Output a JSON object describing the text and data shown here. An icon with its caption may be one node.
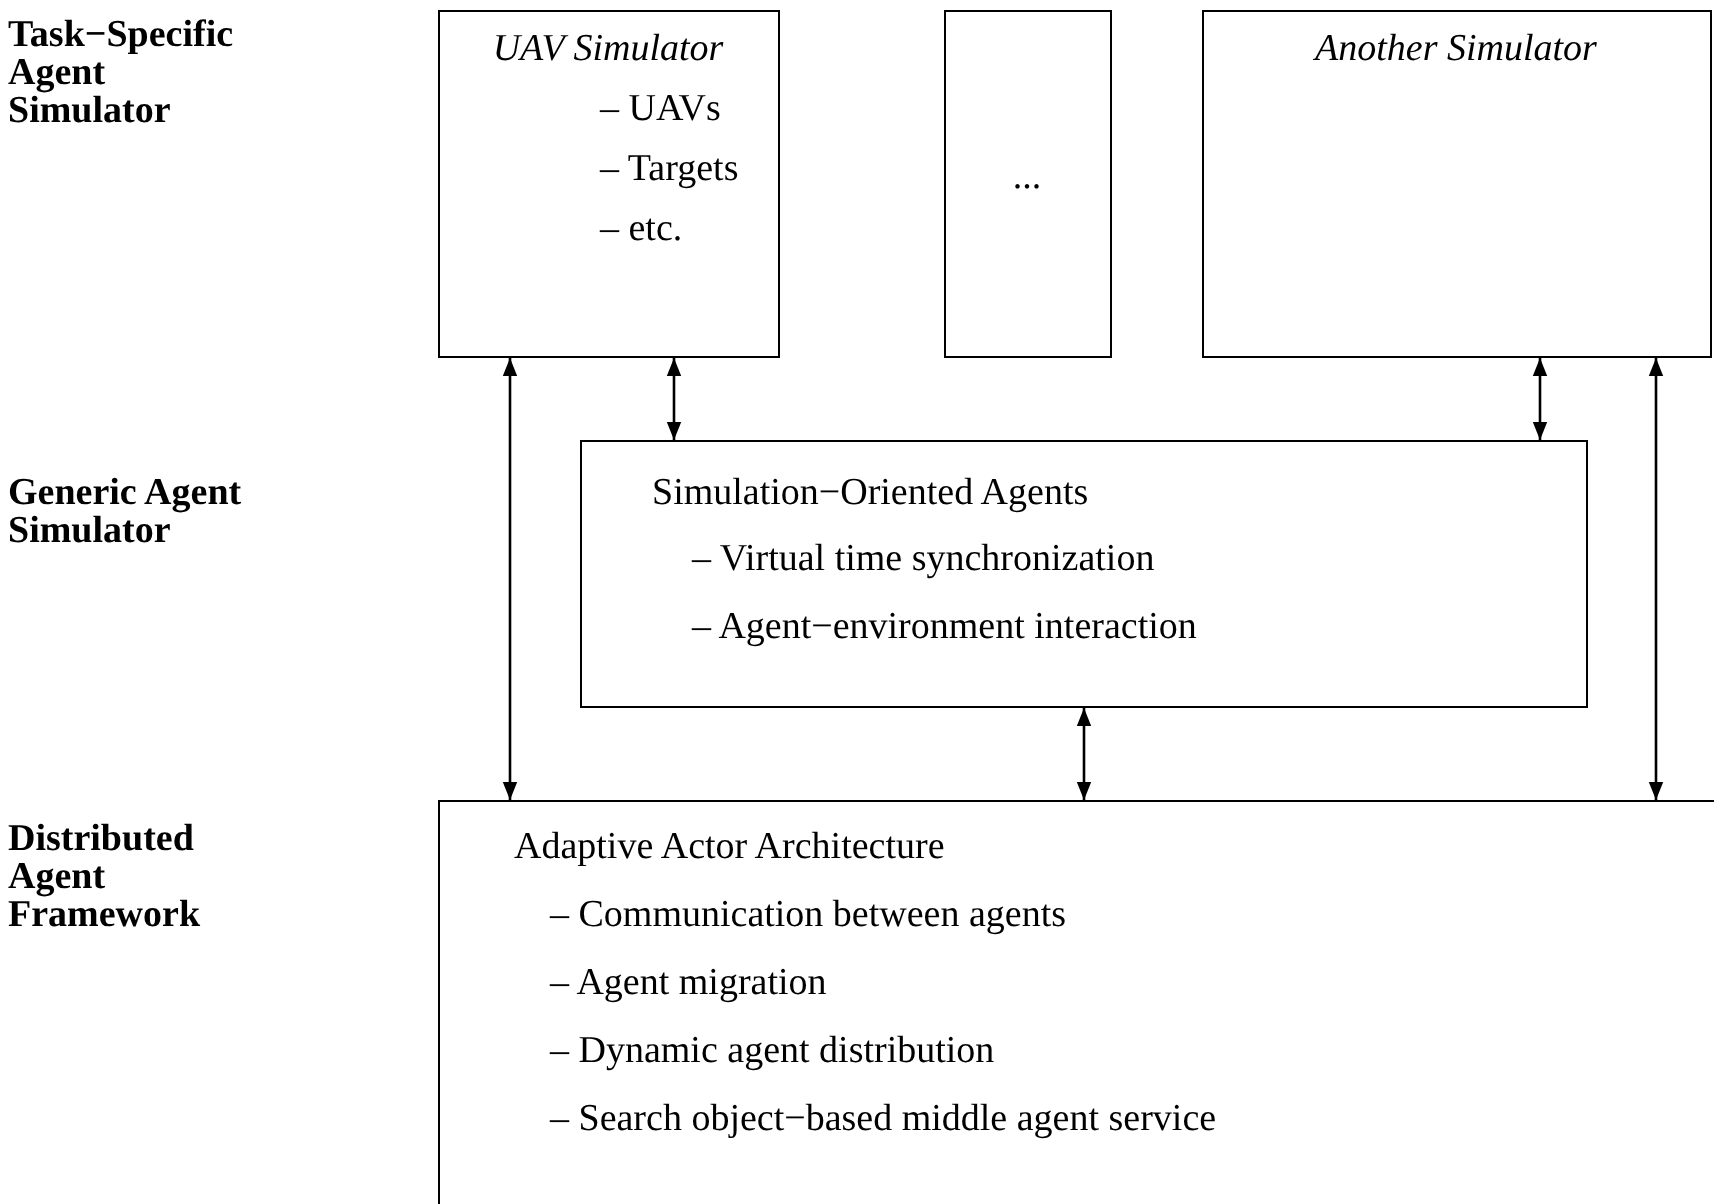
{
  "diagram": {
    "nodes": [
      {
        "text": [
          "UAV Simulator",
          "– UAVs",
          "– Targets",
          "– etc."
        ]
      },
      {
        "text": [
          "..."
        ]
      },
      {
        "text": [
          "Another Simulator"
        ]
      },
      {
        "text": [
          "Simulation−Oriented Agents",
          "– Virtual time synchronization",
          "– Agent−environment interaction"
        ]
      },
      {
        "text": [
          "Adaptive Actor Architecture",
          "– Communication between agents",
          "– Agent migration",
          "– Dynamic agent distribution",
          "– Search object−based middle agent service"
        ]
      }
    ],
    "edges": [
      {
        "from": 0,
        "to": 4,
        "arrow": "both"
      },
      {
        "from": 0,
        "to": 3,
        "arrow": "both"
      },
      {
        "from": 2,
        "to": 3,
        "arrow": "both"
      },
      {
        "from": 2,
        "to": 4,
        "arrow": "both"
      },
      {
        "from": 3,
        "to": 4,
        "arrow": "both"
      }
    ],
    "labels": [
      "Task−Specific Agent Simulator",
      "Generic Agent Simulator",
      "Distributed Agent Framework"
    ]
  }
}
